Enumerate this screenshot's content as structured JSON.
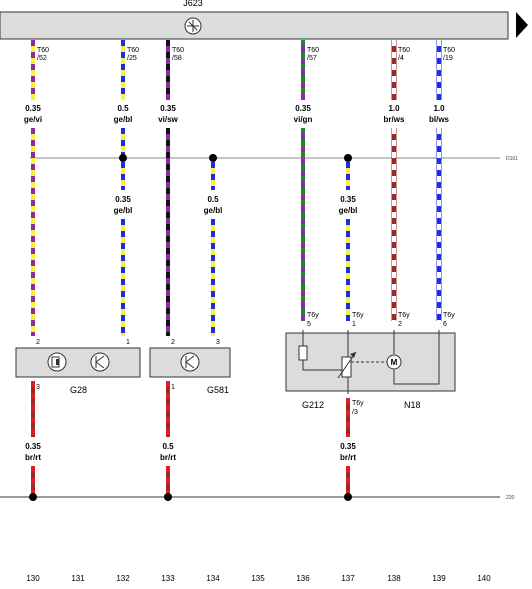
{
  "ecu": {
    "name": "J623"
  },
  "rails": {
    "upper": "D101",
    "lower": "220"
  },
  "top_wires": [
    {
      "id": "w130",
      "connector": "T60",
      "pin": "/52",
      "gauge": "0.35",
      "color_code": "ge/vi",
      "colors": [
        "#f5f535",
        "#8a2aa5"
      ]
    },
    {
      "id": "w132",
      "connector": "T60",
      "pin": "/25",
      "gauge": "0.5",
      "color_code": "ge/bl",
      "colors": [
        "#f5f535",
        "#1f2ee0"
      ]
    },
    {
      "id": "w133",
      "connector": "T60",
      "pin": "/58",
      "gauge": "0.35",
      "color_code": "vi/sw",
      "colors": [
        "#8a2aa5",
        "#111111"
      ]
    },
    {
      "id": "w136",
      "connector": "T60",
      "pin": "/57",
      "gauge": "0.35",
      "color_code": "vi/gn",
      "colors": [
        "#8a2aa5",
        "#1a8a2a"
      ]
    },
    {
      "id": "w138",
      "connector": "T60",
      "pin": "/4",
      "gauge": "1.0",
      "color_code": "br/ws",
      "colors": [
        "#9a2a2a",
        "#ffffff"
      ]
    },
    {
      "id": "w139",
      "connector": "T60",
      "pin": "/19",
      "gauge": "1.0",
      "color_code": "bl/ws",
      "colors": [
        "#1f2ee0",
        "#ffffff"
      ]
    }
  ],
  "mid_wires": [
    {
      "id": "w132b",
      "gauge": "0.35",
      "color_code": "ge/bl",
      "colors": [
        "#f5f535",
        "#1f2ee0"
      ]
    },
    {
      "id": "w134",
      "gauge": "0.5",
      "color_code": "ge/bl",
      "colors": [
        "#f5f535",
        "#1f2ee0"
      ]
    },
    {
      "id": "w137",
      "gauge": "0.35",
      "color_code": "ge/bl",
      "colors": [
        "#f5f535",
        "#1f2ee0"
      ]
    }
  ],
  "component_pins": {
    "g28_2": "2",
    "g28_1": "1",
    "g28_3": "3",
    "g581_2": "2",
    "g581_3": "3",
    "g581_1": "1",
    "t6y": "T6y",
    "t6y_5": "5",
    "t6y_1": "1",
    "t6y_2": "2",
    "t6y_6": "6",
    "t6y_3": "/3"
  },
  "components": {
    "g28": "G28",
    "g581": "G581",
    "g212": "G212",
    "n18": "N18",
    "motor": "M"
  },
  "bottom_wires": [
    {
      "id": "b130",
      "gauge": "0.35",
      "color_code": "br/rt",
      "colors": [
        "#9a2a2a",
        "#e02020"
      ]
    },
    {
      "id": "b133",
      "gauge": "0.5",
      "color_code": "br/rt",
      "colors": [
        "#9a2a2a",
        "#e02020"
      ]
    },
    {
      "id": "b137",
      "gauge": "0.35",
      "color_code": "br/rt",
      "colors": [
        "#9a2a2a",
        "#e02020"
      ]
    }
  ],
  "columns": [
    "130",
    "131",
    "132",
    "133",
    "134",
    "135",
    "136",
    "137",
    "138",
    "139",
    "140"
  ]
}
